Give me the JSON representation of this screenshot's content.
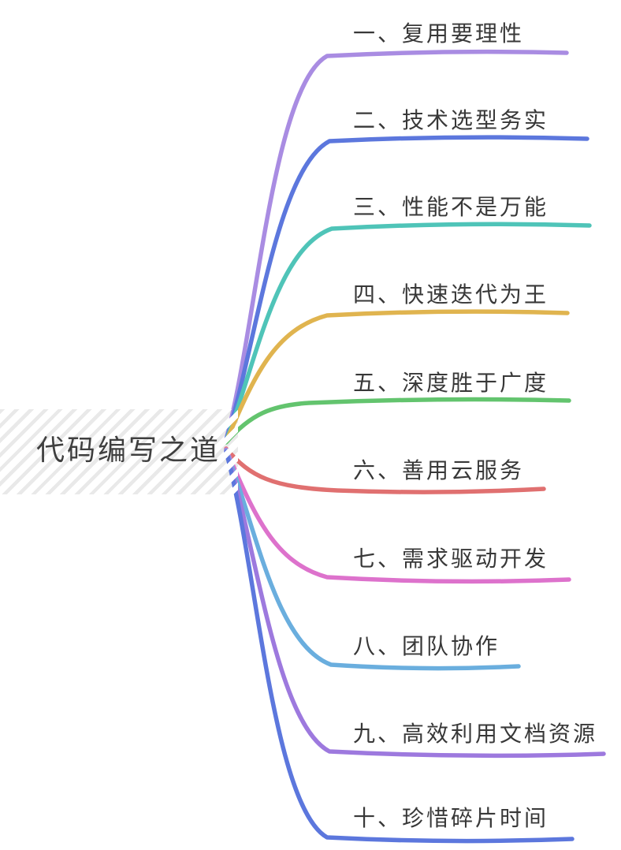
{
  "app": {
    "background": "#ffffff"
  },
  "central_topic": {
    "label": "代码编写之道",
    "text_color": "#3f3f3f",
    "hatch_color": "#e9e9e9"
  },
  "branches": [
    {
      "label": "一、复用要理性",
      "color": "#a98ce2"
    },
    {
      "label": "二、技术选型务实",
      "color": "#5c77dd"
    },
    {
      "label": "三、性能不是万能",
      "color": "#4fc4b8"
    },
    {
      "label": "四、快速迭代为王",
      "color": "#e0b44f"
    },
    {
      "label": "五、深度胜于广度",
      "color": "#63c46e"
    },
    {
      "label": "六、善用云服务",
      "color": "#e07070"
    },
    {
      "label": "七、需求驱动开发",
      "color": "#dd72cc"
    },
    {
      "label": "八、团队协作",
      "color": "#6aaede"
    },
    {
      "label": "九、高效利用文档资源",
      "color": "#9d79de"
    },
    {
      "label": "十、珍惜碎片时间",
      "color": "#5c77dd"
    }
  ]
}
